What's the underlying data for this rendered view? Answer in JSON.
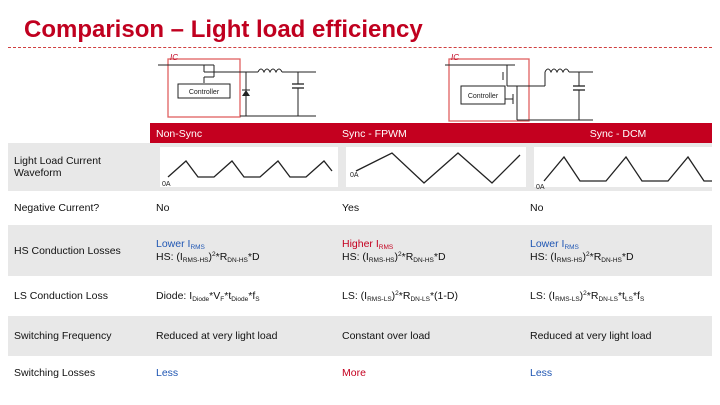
{
  "title": "Comparison – Light load efficiency",
  "schematics": {
    "left": {
      "ic_label": "IC",
      "controller_label": "Controller"
    },
    "right": {
      "ic_label": "IC",
      "controller_label": "Controller"
    }
  },
  "table": {
    "columns": [
      "Non-Sync",
      "Sync - FPWM",
      "Sync - DCM"
    ],
    "rows": {
      "waveform": {
        "label": "Light Load Current Waveform",
        "zero_labels": [
          "0A",
          "0A",
          "0A"
        ]
      },
      "negative_current": {
        "label": "Negative Current?",
        "values": [
          "No",
          "Yes",
          "No"
        ]
      },
      "hs_conduction": {
        "label": "HS Conduction Losses",
        "cells": [
          {
            "line1": "Lower I",
            "line1_sub": "RMS",
            "p1": "HS: (I",
            "s1": "RMS-HS",
            "p2": ")",
            "sup": "2",
            "p3": "*R",
            "s2": "DN-HS",
            "p4": "*D"
          },
          {
            "line1": "Higher I",
            "line1_sub": "RMS",
            "p1": "HS: (I",
            "s1": "RMS-HS",
            "p2": ")",
            "sup": "2",
            "p3": "*R",
            "s2": "DN-HS",
            "p4": "*D"
          },
          {
            "line1": "Lower I",
            "line1_sub": "RMS",
            "p1": "HS: (I",
            "s1": "RMS-HS",
            "p2": ")",
            "sup": "2",
            "p3": "*R",
            "s2": "DN-HS",
            "p4": "*D"
          }
        ]
      },
      "ls_conduction": {
        "label": "LS Conduction Loss",
        "diode": {
          "a": "Diode: I",
          "s1": "Diode",
          "b": "*V",
          "s2": "F",
          "c": "*t",
          "s3": "Diode",
          "d": "*f",
          "s4": "S"
        },
        "fpwm": {
          "a": "LS: (I",
          "s1": "RMS-LS",
          "b": ")",
          "sup": "2",
          "c": "*R",
          "s2": "DN-LS",
          "d": "*(1-D)"
        },
        "dcm": {
          "a": "LS: (I",
          "s1": "RMS-LS",
          "b": ")",
          "sup": "2",
          "c": "*R",
          "s2": "DN-LS",
          "d": "*t",
          "s3": "LS",
          "e": "*f",
          "s4": "S"
        }
      },
      "switching_frequency": {
        "label": "Switching Frequency",
        "values": [
          "Reduced at very light load",
          "Constant over load",
          "Reduced at very light load"
        ]
      },
      "switching_losses": {
        "label": "Switching Losses",
        "values": [
          "Less",
          "More",
          "Less"
        ]
      }
    }
  },
  "colors": {
    "accent": "#c4001f",
    "title": "#c0001f",
    "blue_text": "#1f56b3",
    "ic_box": "#e06060"
  }
}
